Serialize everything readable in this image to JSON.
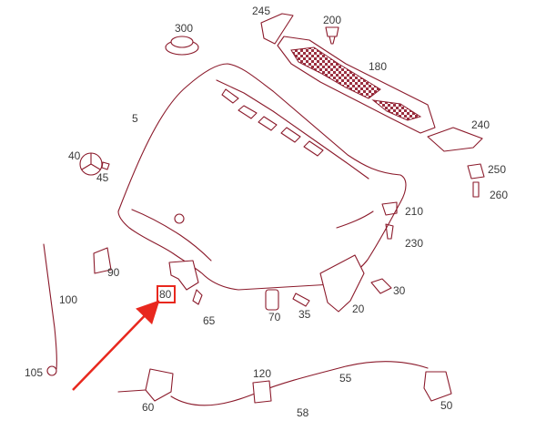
{
  "diagram": {
    "labels": {
      "p5": "5",
      "p20": "20",
      "p30": "30",
      "p35": "35",
      "p40": "40",
      "p45": "45",
      "p50": "50",
      "p55": "55",
      "p58": "58",
      "p60": "60",
      "p65": "65",
      "p70": "70",
      "p80": "80",
      "p90": "90",
      "p100": "100",
      "p105": "105",
      "p120": "120",
      "p180": "180",
      "p200": "200",
      "p210": "210",
      "p230": "230",
      "p240": "240",
      "p245": "245",
      "p250": "250",
      "p260": "260",
      "p300": "300"
    },
    "highlight_part": "80",
    "colors": {
      "part_line": "#8b1a2b",
      "label_text": "#3a3a3a",
      "highlight_box": "#e8281e",
      "arrow": "#e8281e",
      "background": "#ffffff"
    }
  }
}
